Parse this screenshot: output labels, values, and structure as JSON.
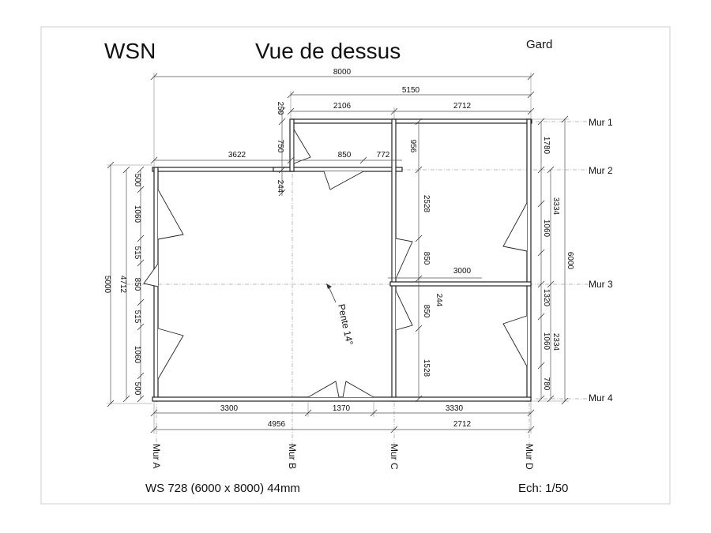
{
  "header": {
    "brand": "WSN",
    "title": "Vue de dessus",
    "model_name": "Gard"
  },
  "walls": {
    "mur_1": "Mur 1",
    "mur_2": "Mur 2",
    "mur_3": "Mur 3",
    "mur_4": "Mur 4",
    "mur_a": "Mur A",
    "mur_b": "Mur B",
    "mur_c": "Mur C",
    "mur_d": "Mur D"
  },
  "dimensions": {
    "overall_width": "8000",
    "upper_width": "5150",
    "upper_left_segment": "2106",
    "upper_right_segment": "2712",
    "step_250": "250",
    "step_750": "750",
    "step_244_top": "244",
    "porch_3622": "3622",
    "door_850_top": "850",
    "seg_772": "772",
    "seg_956": "956",
    "seg_2528": "2528",
    "seg_850_mid": "850",
    "seg_3000": "3000",
    "seg_244_mid": "244",
    "seg_850_low": "850",
    "seg_1528": "1528",
    "left_500_top": "500",
    "left_1060_top": "1060",
    "left_515_top": "515",
    "left_850": "850",
    "left_515_low": "515",
    "left_1060_low": "1060",
    "left_500_low": "500",
    "left_total_5000": "5000",
    "left_total_4712": "4712",
    "right_1780": "1780",
    "right_3334": "3334",
    "right_1060_top": "1060",
    "right_6000": "6000",
    "right_1320": "1320",
    "right_2334": "2334",
    "right_1060_low": "1060",
    "right_780": "780",
    "bottom_3300": "3300",
    "bottom_1370": "1370",
    "bottom_3330": "3330",
    "bottom_4956": "4956",
    "bottom_2712": "2712"
  },
  "roof": {
    "slope_label": "Pente 14°"
  },
  "footer": {
    "model_spec": "WS 728 (6000 x 8000) 44mm",
    "scale": "Ech: 1/50"
  }
}
